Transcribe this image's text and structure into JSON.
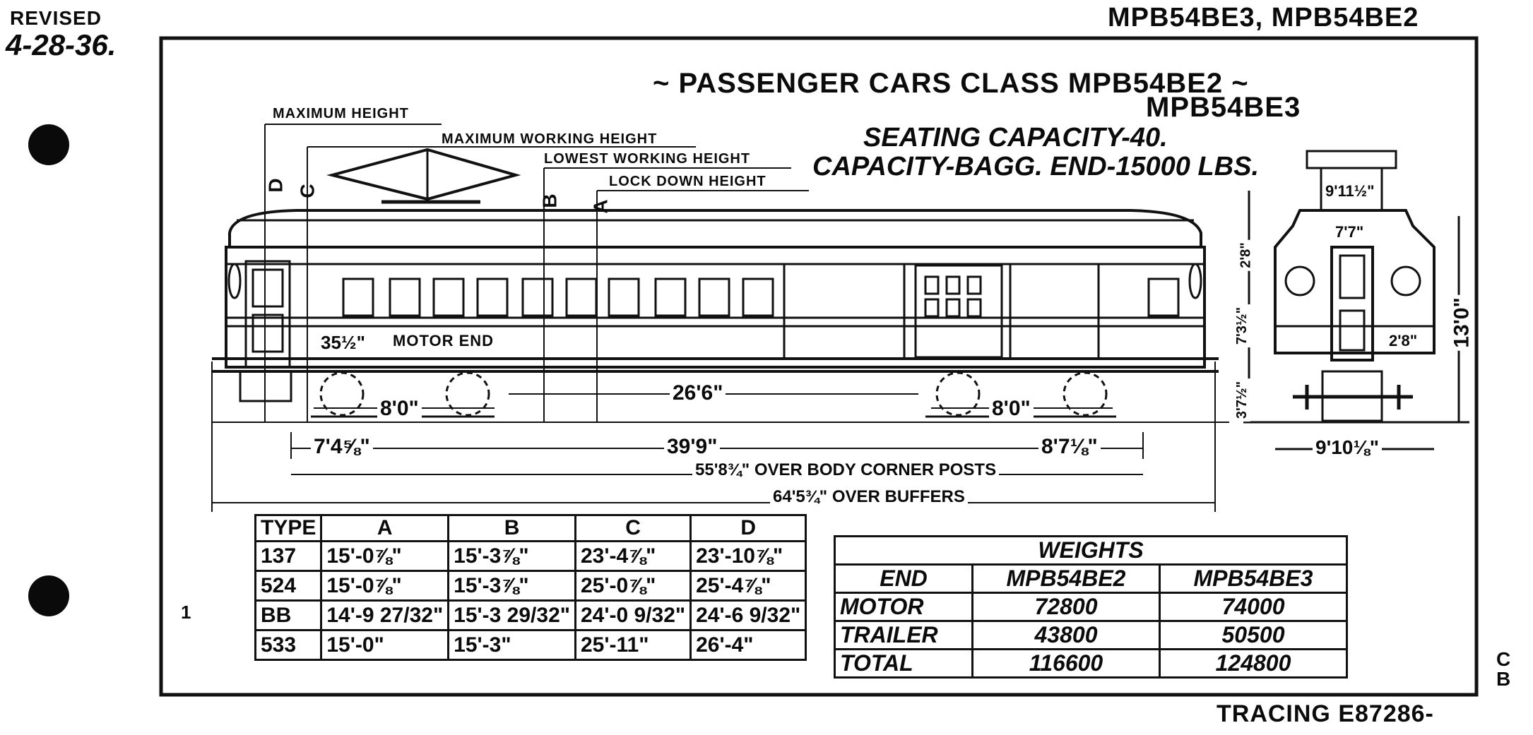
{
  "header": {
    "revised_label": "REVISED",
    "revised_date": "4-28-36.",
    "top_right_classes": "MPB54BE3, MPB54BE2"
  },
  "title": {
    "line1": "~ PASSENGER CARS CLASS MPB54BE2 ~",
    "line2": "MPB54BE3",
    "seating": "SEATING CAPACITY-40.",
    "capacity": "CAPACITY-BAGG. END-15000 LBS."
  },
  "height_labels": {
    "maximum_height": "MAXIMUM HEIGHT",
    "maximum_working_height": "MAXIMUM WORKING HEIGHT",
    "lowest_working_height": "LOWEST WORKING HEIGHT",
    "lock_down_height": "LOCK DOWN HEIGHT",
    "letter_d": "D",
    "letter_c": "C",
    "letter_b": "B",
    "letter_a": "A"
  },
  "side_view_labels": {
    "motor_end": "MOTOR END",
    "end_offset": "35½\"",
    "truck_wheelbase_left": "8'0\"",
    "truck_wheelbase_right": "8'0\"",
    "truck_centers": "26'6\"",
    "left_overhang": "7'4⅝\"",
    "center_span": "39'9\"",
    "right_overhang": "8'7⅛\"",
    "over_corner_posts": "55'8¾\" OVER BODY CORNER POSTS",
    "over_buffers": "64'5¾\" OVER BUFFERS"
  },
  "end_view_labels": {
    "trolley_base": "9'11½\"",
    "roof_width": "7'7\"",
    "upper_height": "2'8\"",
    "body_height": "7'3½\"",
    "lower_height": "3'7½\"",
    "total_height": "13'0\"",
    "side_dim": "2'8\"",
    "overall_width": "9'10⅛\""
  },
  "dims_table": {
    "headers": [
      "TYPE",
      "A",
      "B",
      "C",
      "D"
    ],
    "rows": [
      [
        "137",
        "15'-0⅞\"",
        "15'-3⅞\"",
        "23'-4⅞\"",
        "23'-10⅞\""
      ],
      [
        "524",
        "15'-0⅞\"",
        "15'-3⅞\"",
        "25'-0⅞\"",
        "25'-4⅞\""
      ],
      [
        "BB",
        "14'-9 27/32\"",
        "15'-3 29/32\"",
        "24'-0 9/32\"",
        "24'-6 9/32\""
      ],
      [
        "533",
        "15'-0\"",
        "15'-3\"",
        "25'-11\"",
        "26'-4\""
      ]
    ]
  },
  "weights_table": {
    "title": "WEIGHTS",
    "headers": [
      "END",
      "MPB54BE2",
      "MPB54BE3"
    ],
    "rows": [
      [
        "MOTOR",
        "72800",
        "74000"
      ],
      [
        "TRAILER",
        "43800",
        "50500"
      ],
      [
        "TOTAL",
        "116600",
        "124800"
      ]
    ]
  },
  "footer": {
    "tracing": "TRACING E87286-",
    "margin_mark_1": "1",
    "margin_mark_cb": "C B"
  }
}
